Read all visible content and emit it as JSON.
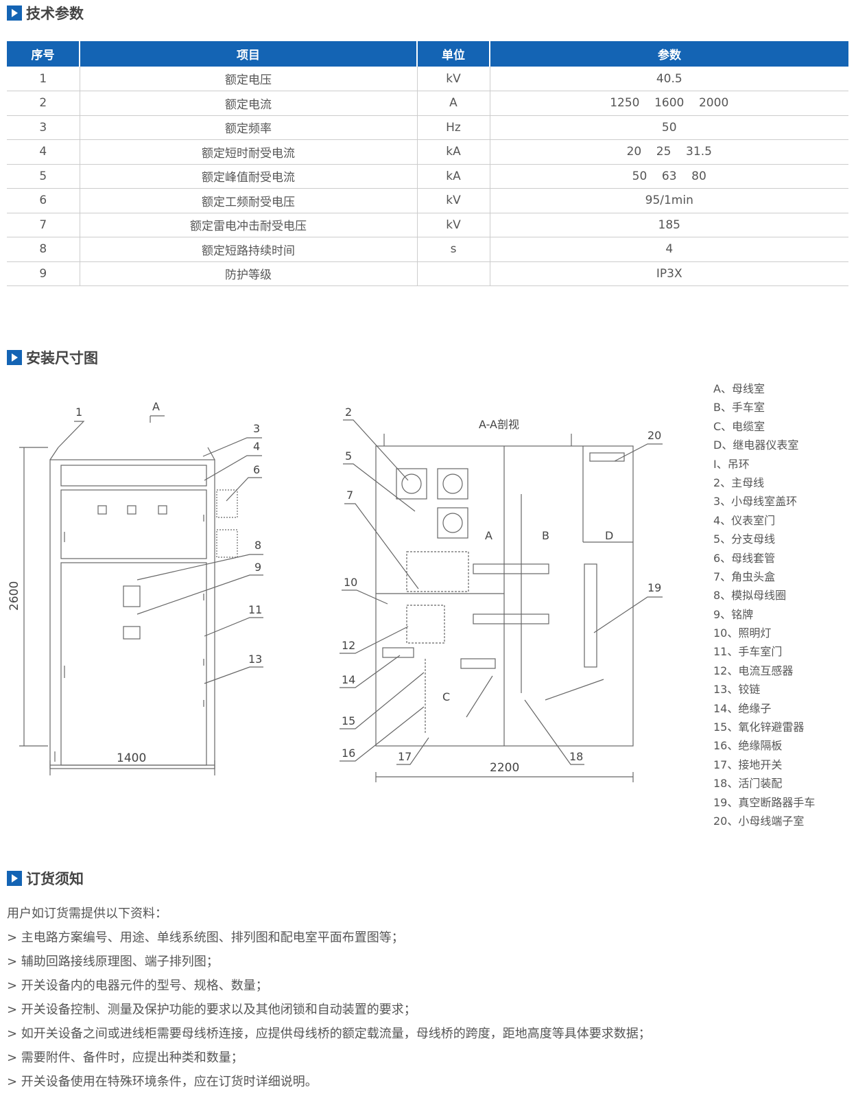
{
  "sections": {
    "tech_params": "技术参数",
    "install_dims": "安装尺寸图",
    "order_notice": "订货须知"
  },
  "table": {
    "headers": [
      "序号",
      "项目",
      "单位",
      "参数"
    ],
    "rows": [
      {
        "no": "1",
        "item": "额定电压",
        "unit": "kV",
        "value": "40.5"
      },
      {
        "no": "2",
        "item": "额定电流",
        "unit": "A",
        "value": "1250    1600    2000"
      },
      {
        "no": "3",
        "item": "额定频率",
        "unit": "Hz",
        "value": "50"
      },
      {
        "no": "4",
        "item": "额定短时耐受电流",
        "unit": "kA",
        "value": "20    25    31.5"
      },
      {
        "no": "5",
        "item": "额定峰值耐受电流",
        "unit": "kA",
        "value": "50    63    80"
      },
      {
        "no": "6",
        "item": "额定工频耐受电压",
        "unit": "kV",
        "value": "95/1min"
      },
      {
        "no": "7",
        "item": "额定雷电冲击耐受电压",
        "unit": "kV",
        "value": "185"
      },
      {
        "no": "8",
        "item": "额定短路持续时间",
        "unit": "s",
        "value": "4"
      },
      {
        "no": "9",
        "item": "防护等级",
        "unit": "",
        "value": "IP3X"
      }
    ]
  },
  "drawing": {
    "front_width": "1400",
    "front_height": "2600",
    "side_depth": "2200",
    "section_title": "A-A剖视",
    "section_mark": "A",
    "compartments": [
      "A",
      "B",
      "C",
      "D"
    ],
    "callouts": [
      "1",
      "2",
      "3",
      "4",
      "5",
      "6",
      "7",
      "8",
      "9",
      "10",
      "11",
      "12",
      "13",
      "14",
      "15",
      "16",
      "17",
      "18",
      "19",
      "20"
    ]
  },
  "legend": [
    "A、母线室",
    "B、手车室",
    "C、电缆室",
    "D、继电器仪表室",
    "I、吊环",
    "2、主母线",
    "3、小母线室盖环",
    "4、仪表室门",
    "5、分支母线",
    "6、母线套管",
    "7、角虫头盒",
    "8、模拟母线圈",
    "9、铭牌",
    "10、照明灯",
    "11、手车室门",
    "12、电流互感器",
    "13、铰链",
    "14、绝缘子",
    "15、氧化锌避雷器",
    "16、绝缘隔板",
    "17、接地开关",
    "18、活门装配",
    "19、真空断路器手车",
    "20、小母线端子室"
  ],
  "order": [
    "用户如订货需提供以下资料：",
    "> 主电路方案编号、用途、单线系统图、排列图和配电室平面布置图等；",
    "> 辅助回路接线原理图、端子排列图；",
    "> 开关设备内的电器元件的型号、规格、数量；",
    "> 开关设备控制、测量及保护功能的要求以及其他闭锁和自动装置的要求；",
    "> 如开关设备之间或进线柜需要母线桥连接，应提供母线桥的额定载流量，母线桥的跨度，距地高度等具体要求数据；",
    "> 需要附件、备件时，应提出种类和数量；",
    "> 开关设备使用在特殊环境条件，应在订货时详细说明。"
  ]
}
